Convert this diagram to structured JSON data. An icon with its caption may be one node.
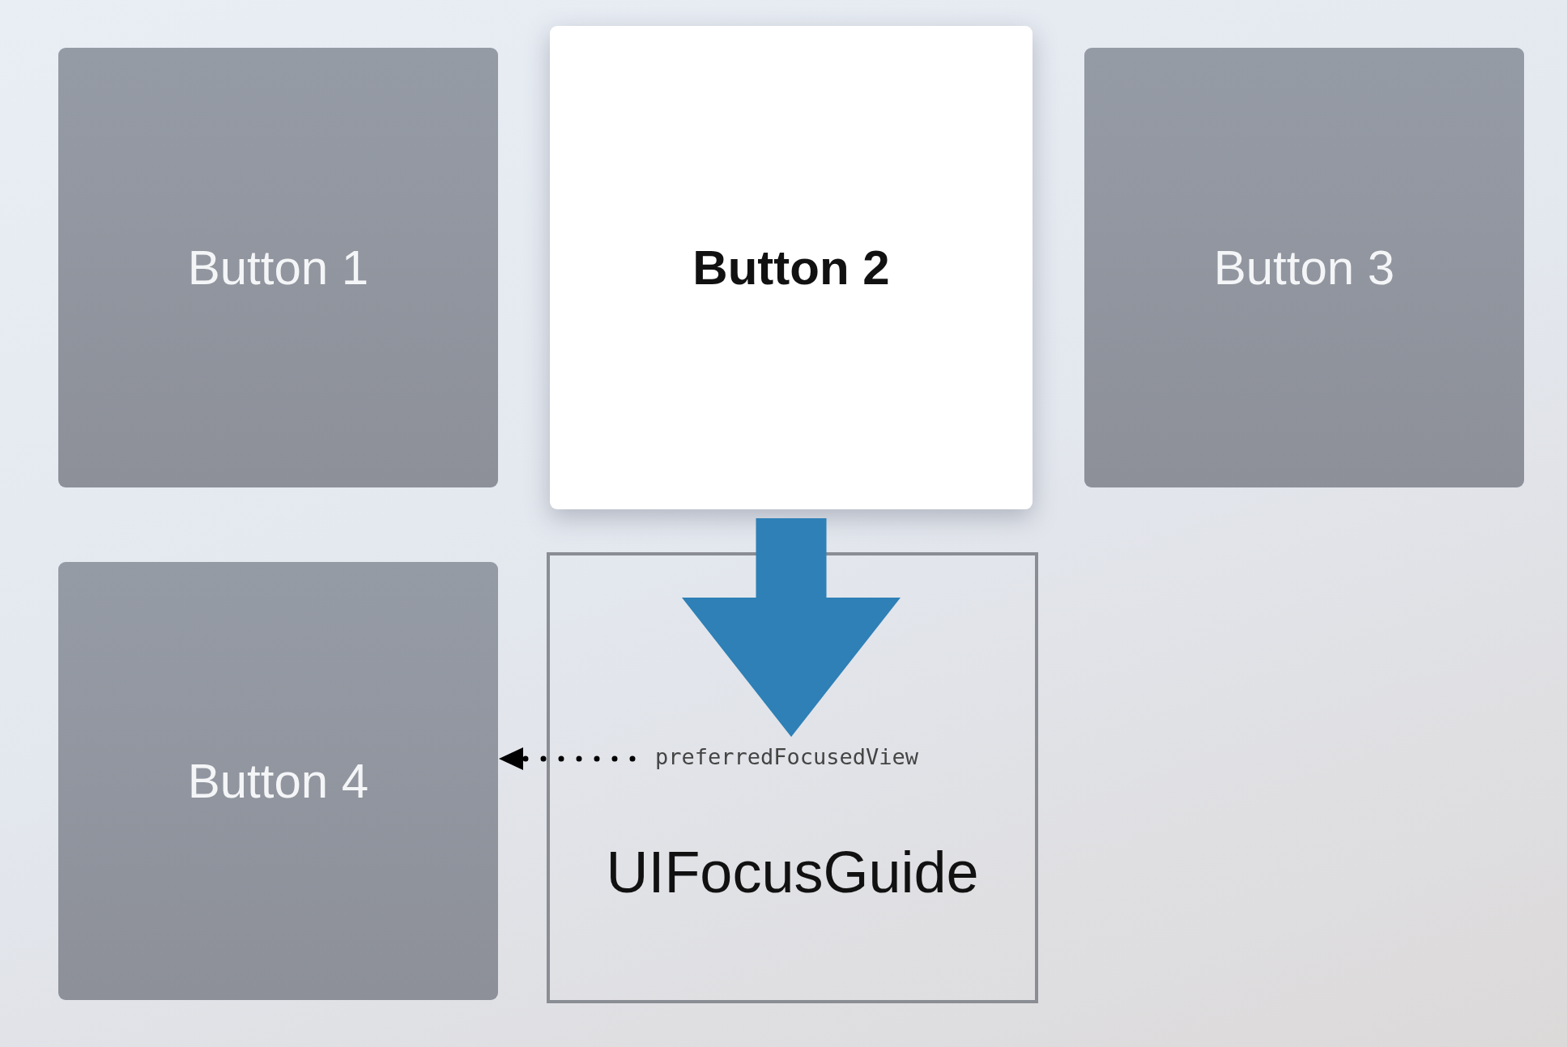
{
  "diagram": {
    "nodes": [
      {
        "text": [
          "Button 1"
        ]
      },
      {
        "text": [
          "Button 2"
        ]
      },
      {
        "text": [
          "Button 3"
        ]
      },
      {
        "text": [
          "Button 4"
        ]
      },
      {
        "text": [
          "UIFocusGuide"
        ]
      },
      {
        "text": [
          "preferredFocusedView"
        ],
        "in": 4
      }
    ],
    "edges": [
      {
        "from": 1,
        "to": 4,
        "arrow": "to",
        "style": "thick",
        "color": "#2e80b6"
      },
      {
        "from": 5,
        "to": 3,
        "arrow": "to",
        "style": "dashed",
        "color": "#000000"
      }
    ]
  }
}
